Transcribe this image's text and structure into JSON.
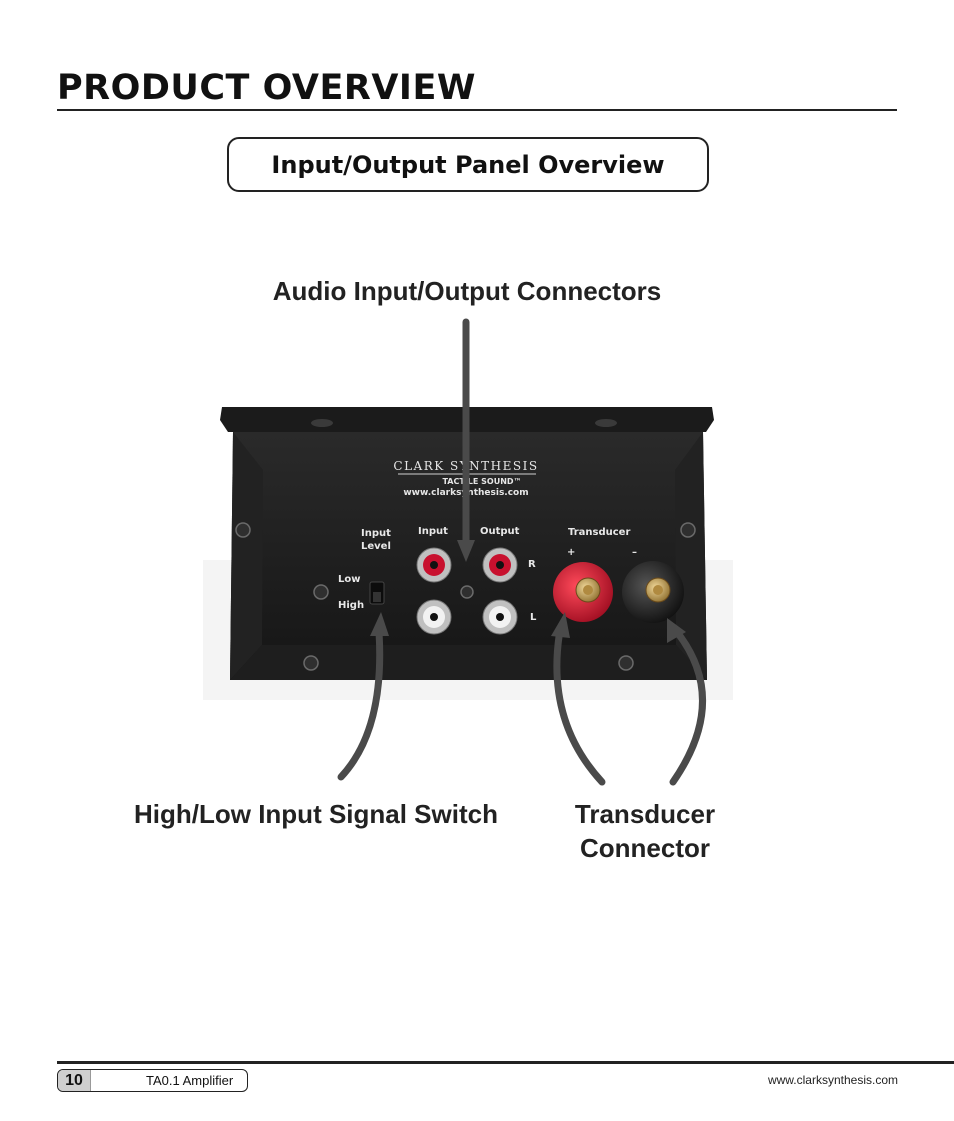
{
  "page": {
    "title": "PRODUCT OVERVIEW",
    "section_heading": "Input/Output Panel Overview"
  },
  "callouts": {
    "audio": "Audio Input/Output Connectors",
    "switch": "High/Low Input Signal Switch",
    "transducer_line1": "Transducer",
    "transducer_line2": "Connector"
  },
  "panel": {
    "brand_line1": "CLARK SYNTHESIS",
    "brand_line2": "TACTILE SOUND™",
    "brand_url": "www.clarksynthesis.com",
    "input_level": "Input",
    "input_level_2": "Level",
    "low": "Low",
    "high": "High",
    "input": "Input",
    "output": "Output",
    "r": "R",
    "l": "L",
    "transducer": "Transducer",
    "plus": "+",
    "minus": "–"
  },
  "colors": {
    "panel": "#1c1c1c",
    "arrow": "#4a4a4a",
    "red": "#c8102e"
  },
  "footer": {
    "page_number": "10",
    "doc_name": "TA0.1 Amplifier",
    "url": "www.clarksynthesis.com"
  }
}
